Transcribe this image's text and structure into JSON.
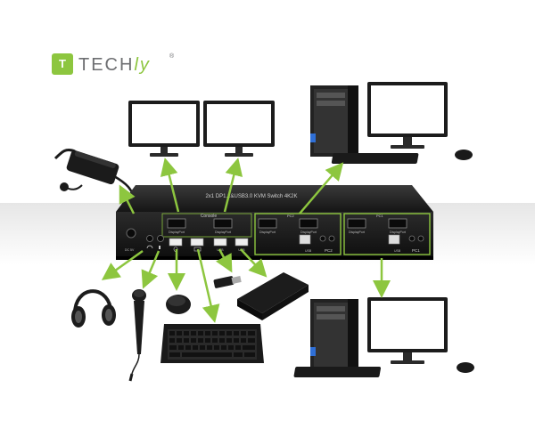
{
  "brand": {
    "logo_mark": "T",
    "logo_text_main": "TECH",
    "logo_text_accent": "ly",
    "logo_reg": "®",
    "accent_color": "#8dc63f"
  },
  "device": {
    "title": "2x1 DP1.2&USB3.0 KVM Switch 4K2K",
    "console_label": "Console",
    "pc1_label": "PC1",
    "pc2_label": "PC2",
    "dp_port_label": "DisplayPort",
    "dc_label": "DC 5V",
    "usb_label": "USB",
    "port_icons": [
      "headphone-icon",
      "microphone-icon",
      "mouse-icon",
      "keyboard-icon",
      "usb-icon"
    ]
  },
  "peripherals": [
    "power-adapter",
    "monitor-left",
    "monitor-right",
    "headphones",
    "microphone",
    "mouse",
    "keyboard",
    "usb-stick",
    "external-drive",
    "computer-pc1",
    "computer-pc2"
  ]
}
